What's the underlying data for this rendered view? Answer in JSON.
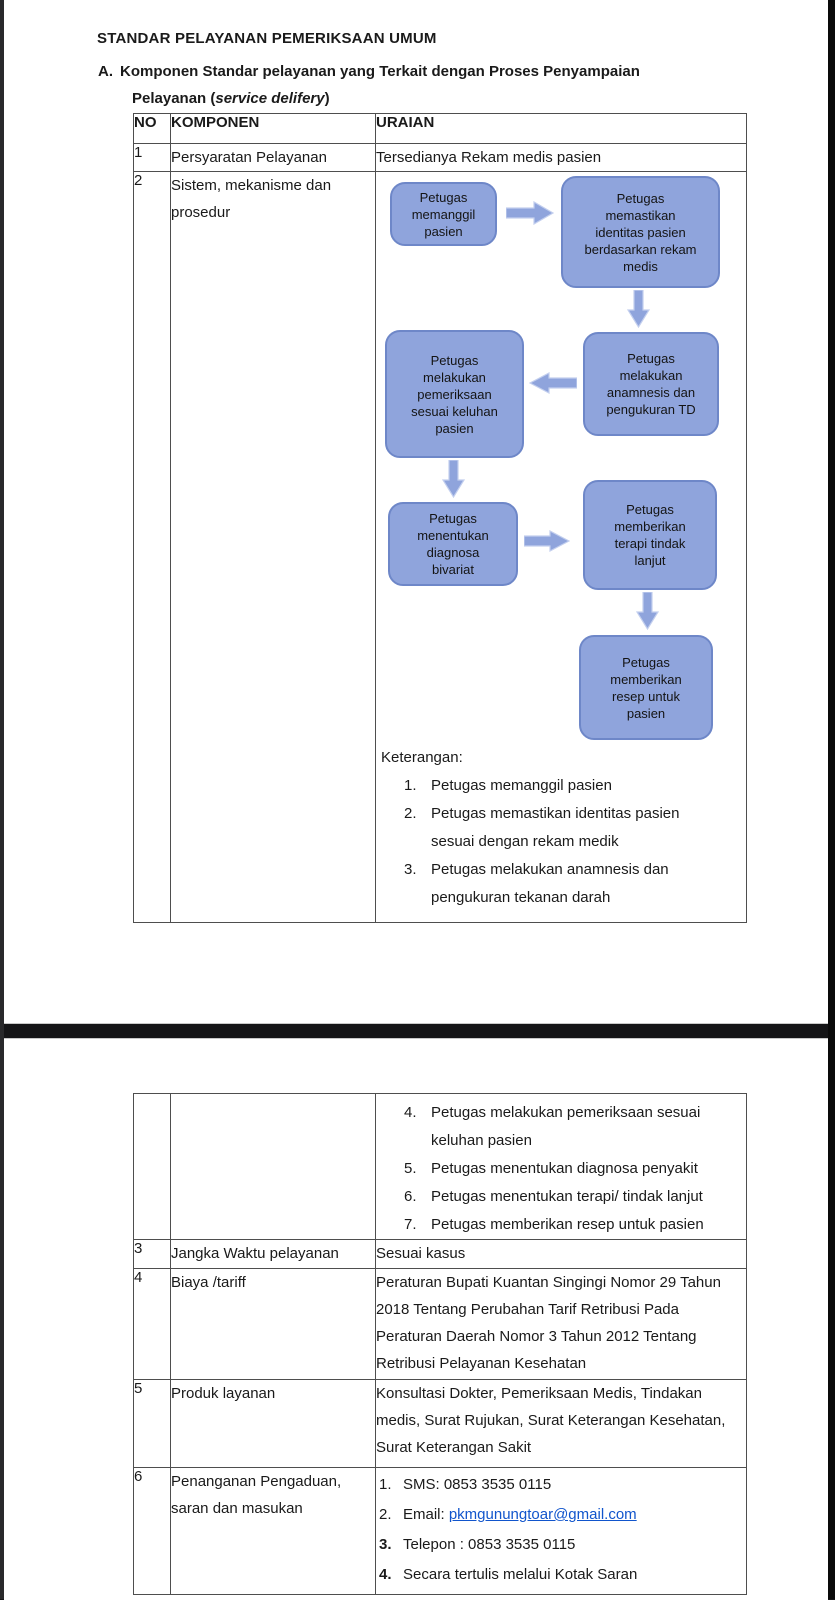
{
  "colors": {
    "box_fill": "#8fa4dc",
    "box_border": "#6e87c8",
    "link": "#1155cc"
  },
  "page1": {
    "title": "STANDAR PELAYANAN PEMERIKSAAN UMUM",
    "section": {
      "label": "A.",
      "line1": "Komponen Standar pelayanan yang Terkait dengan Proses Penyampaian",
      "line2_prefix": "Pelayanan (",
      "line2_italic": "service delifery",
      "line2_suffix": ")"
    },
    "table": {
      "headers": [
        "NO",
        "KOMPONEN",
        "URAIAN"
      ],
      "row1": {
        "no": "1",
        "komponen": "Persyaratan Pelayanan",
        "uraian": "Tersedianya Rekam medis pasien"
      },
      "row2": {
        "no": "2",
        "komponen": "Sistem, mekanisme dan\nprosedur"
      }
    },
    "flowchart": {
      "boxes": [
        {
          "text": "Petugas\nmemanggil\npasien"
        },
        {
          "text": "Petugas\nmemastikan\nidentitas pasien\nberdasarkan rekam\nmedis"
        },
        {
          "text": "Petugas\nmelakukan\nanamnesis dan\npengukuran TD"
        },
        {
          "text": "Petugas\nmelakukan\npemeriksaan\nsesuai keluhan\npasien"
        },
        {
          "text": "Petugas\nmenentukan\ndiagnosa\nbivariat"
        },
        {
          "text": "Petugas\nmemberikan\nterapi tindak\nlanjut"
        },
        {
          "text": "Petugas\nmemberikan\nresep untuk\npasien"
        }
      ]
    },
    "keterangan": {
      "label": "Keterangan:",
      "items": [
        {
          "num": "1.",
          "text": "Petugas memanggil pasien"
        },
        {
          "num": "2.",
          "text": "Petugas memastikan identitas pasien sesuai dengan rekam medik"
        },
        {
          "num": "3.",
          "text": "Petugas melakukan anamnesis dan pengukuran tekanan darah"
        }
      ]
    }
  },
  "page2": {
    "continuation_items": [
      {
        "num": "4.",
        "text": "Petugas melakukan pemeriksaan sesuai keluhan pasien"
      },
      {
        "num": "5.",
        "text": "Petugas menentukan diagnosa penyakit"
      },
      {
        "num": "6.",
        "text": "Petugas menentukan terapi/ tindak lanjut"
      },
      {
        "num": "7.",
        "text": "Petugas memberikan resep untuk pasien"
      }
    ],
    "row3": {
      "no": "3",
      "komponen": "Jangka Waktu pelayanan",
      "uraian": "Sesuai kasus"
    },
    "row4": {
      "no": "4",
      "komponen": "Biaya /tariff",
      "uraian": "Peraturan Bupati Kuantan Singingi Nomor 29 Tahun 2018 Tentang Perubahan Tarif Retribusi Pada Peraturan Daerah Nomor 3 Tahun 2012 Tentang Retribusi Pelayanan Kesehatan"
    },
    "row5": {
      "no": "5",
      "komponen": "Produk layanan",
      "uraian": "Konsultasi Dokter, Pemeriksaan Medis, Tindakan medis, Surat Rujukan, Surat Keterangan Kesehatan, Surat Keterangan Sakit"
    },
    "row6": {
      "no": "6",
      "komponen": "Penanganan Pengaduan,\nsaran dan masukan",
      "contacts": [
        {
          "num": "1.",
          "text": "SMS: 0853 3535 0115"
        },
        {
          "num": "2.",
          "prefix": "Email: ",
          "link": "pkmgunungtoar@gmail.com"
        },
        {
          "num": "3.",
          "text": "Telepon : 0853 3535 0115"
        },
        {
          "num": "4.",
          "text": "Secara tertulis melalui Kotak Saran"
        }
      ]
    }
  }
}
